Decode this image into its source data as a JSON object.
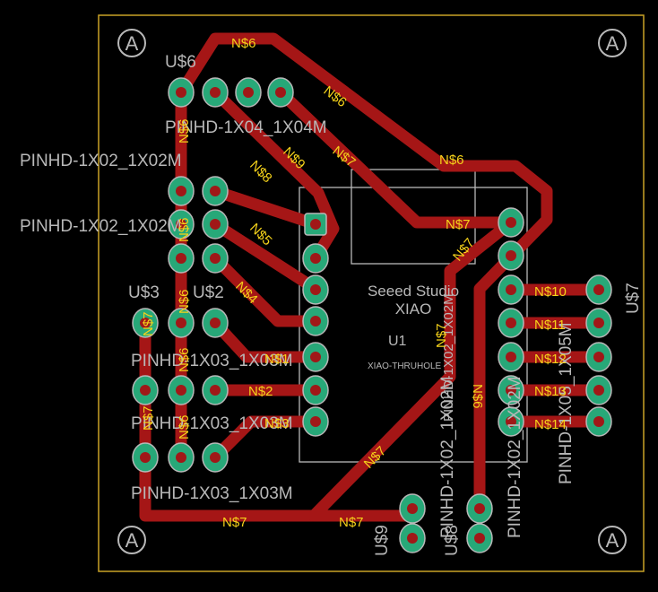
{
  "board": {
    "outline_color": "#c9a227",
    "trace_color": "#a51616",
    "pad_color": "#27a878",
    "net_label_color": "#f5d21a",
    "silk_color": "#b8b8b8"
  },
  "mount_holes": {
    "icon": "mounting-hole-icon",
    "label": "A"
  },
  "module": {
    "brand": "Seeed Studio",
    "model": "XIAO",
    "ref": "U1",
    "package": "XIAO-THRUHOLE"
  },
  "components": {
    "u6_ref": "U$6",
    "u6_value": "PINHD-1X04_1X04M",
    "u3_ref": "U$3",
    "u2_ref": "U$2",
    "u7_ref": "U$7",
    "u9_ref": "U$9",
    "u8_ref": "U$8",
    "label_1x02_a": "PINHD-1X02_1X02M",
    "label_1x02_b": "PINHD-1X02_1X02M",
    "label_1x03_a": "PINHD-1X03_1X03M",
    "label_1x03_b": "PINHD-1X03_1X03M",
    "label_1x03_c": "PINHD-1X03_1X03M",
    "label_1x02_mid": "PINHD-1X02_1X02M",
    "label_1x02_right": "PINHD-1X02_1X02M",
    "label_1x05": "PINHD-1X05_1X05M",
    "label_bottom_1x02": "PINHD-1X02_1X02M"
  },
  "nets": {
    "n6": "N$6",
    "n7": "N$7",
    "n8": "N$8",
    "n9": "N$9",
    "n5": "N$5",
    "n4": "N$4",
    "n1": "N$1",
    "n2": "N$2",
    "n3": "N$3",
    "n10": "N$10",
    "n11": "N$11",
    "n12": "N$12",
    "n13": "N$13",
    "n14": "N$14"
  }
}
